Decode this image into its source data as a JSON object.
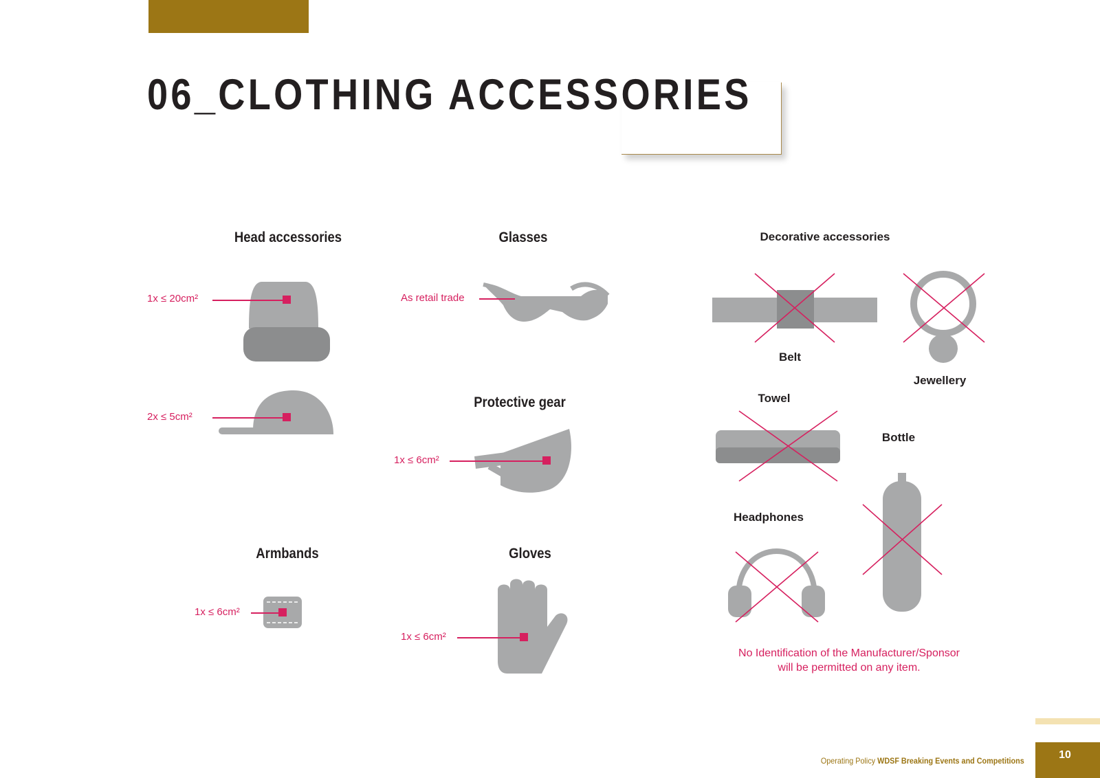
{
  "page": {
    "title": "06_CLOTHING ACCESSORIES",
    "page_number": "10",
    "footer_prefix": "Operating Policy",
    "footer_title": "WDSF Breaking Events and Competitions"
  },
  "sections": {
    "head": {
      "heading": "Head accessories",
      "beanie_label": "1x ≤ 20cm²",
      "cap_label": "2x ≤ 5cm²"
    },
    "glasses": {
      "heading": "Glasses",
      "label": "As retail trade"
    },
    "protective": {
      "heading": "Protective gear",
      "label": "1x ≤ 6cm²"
    },
    "armbands": {
      "heading": "Armbands",
      "label": "1x ≤ 6cm²"
    },
    "gloves": {
      "heading": "Gloves",
      "label": "1x ≤ 6cm²"
    },
    "decorative": {
      "heading": "Decorative accessories",
      "belt": "Belt",
      "jewellery": "Jewellery",
      "towel": "Towel",
      "bottle": "Bottle",
      "headphones": "Headphones",
      "note_line1": "No Identification of the Manufacturer/Sponsor",
      "note_line2": "will be permitted on any item."
    }
  },
  "colors": {
    "gold": "#9c7615",
    "magenta": "#d6205f",
    "gray": "#a8a9aa",
    "dark_gray": "#8c8d8e",
    "text": "#231f20"
  },
  "icons": [
    "beanie-icon",
    "cap-icon",
    "glasses-icon",
    "knee-pad-icon",
    "armband-icon",
    "glove-icon",
    "belt-icon",
    "ring-icon",
    "towel-icon",
    "bottle-icon",
    "headphones-icon"
  ]
}
